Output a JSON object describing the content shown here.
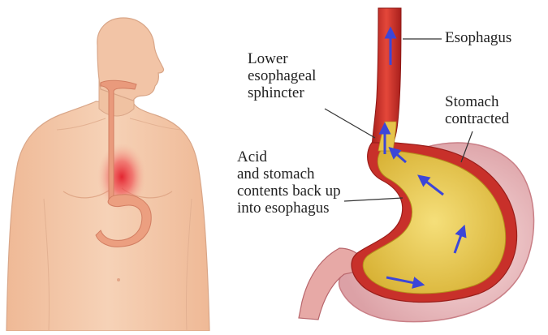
{
  "labels": {
    "esophagus": [
      "Esophagus"
    ],
    "lower_esophageal_sphincter": [
      "Lower",
      "esophageal",
      "sphincter"
    ],
    "stomach_contracted": [
      "Stomach",
      "contracted"
    ],
    "acid_backup": [
      "Acid",
      "and stomach",
      "contents back up",
      "into esophagus"
    ]
  },
  "colors": {
    "skin": "#f2c4a6",
    "skin_outline": "#d9a688",
    "esophagus_red": "#c8302a",
    "stomach_yellow": "#e8c94a",
    "stomach_wall": "#e7b0b0",
    "arrow_blue": "#3c46d8",
    "heat_red": "#e8353a"
  }
}
